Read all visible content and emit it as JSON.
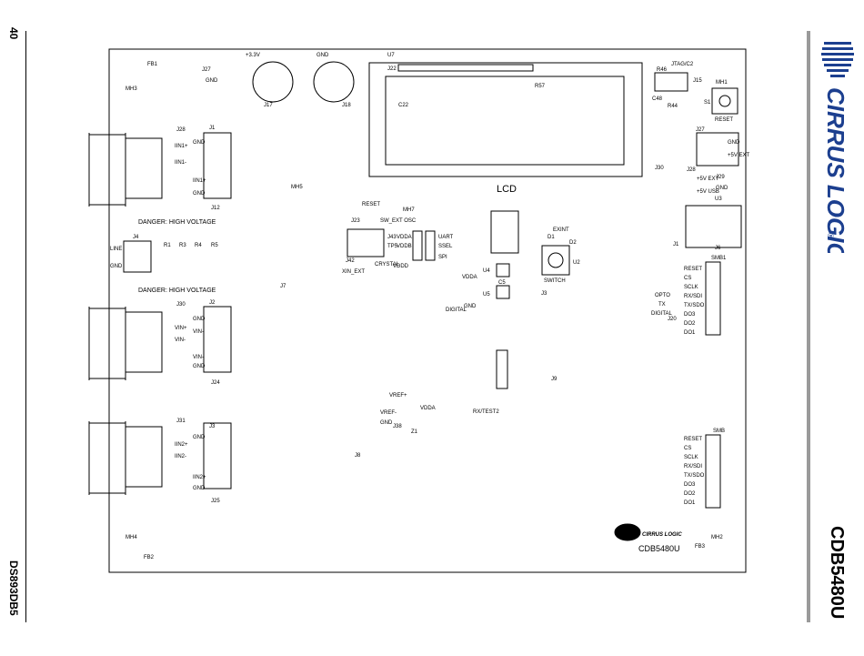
{
  "page": {
    "number": "40",
    "doc_id": "DS893DB5",
    "board_name": "CDB5480U",
    "brand": "CIRRUS LOGIC",
    "brand_mark": "®"
  },
  "colors": {
    "brand_blue": "#1c3f8f",
    "rule_gray": "#9a9a9a",
    "ink": "#000000"
  },
  "board": {
    "silk_lcd": "LCD",
    "silk_model": "CDB5480U",
    "silk_logo": "CIRRUS LOGIC",
    "warnings": [
      "DANGER: HIGH VOLTAGE",
      "DANGER: HIGH VOLTAGE"
    ],
    "caps": [
      "+3.3V",
      "GND",
      "J17",
      "J18"
    ],
    "lcd_labels": [
      "U7",
      "J22",
      "R57",
      "C22"
    ],
    "jtag": {
      "name": "JTAG/C2",
      "ids": [
        "J15",
        "R46",
        "R44",
        "C48"
      ]
    },
    "reset_sw": {
      "id": "S1",
      "label": "RESET",
      "tag": "MH1"
    },
    "power_top": [
      "J27",
      "GND",
      "+5V EXT",
      "J28",
      "+5V EXT",
      "J29",
      "+5V USB",
      "J30",
      "GND",
      "U3",
      "J1",
      "J6"
    ],
    "conn_top": {
      "id": "J28",
      "pins": [
        "J1",
        "IIN1+",
        "IIN1-",
        "IIN1+",
        "GND",
        "GND",
        "J12"
      ]
    },
    "conn_line": {
      "id": "J4",
      "pins": [
        "LINE",
        "GND",
        "R1",
        "R3",
        "R4",
        "R5"
      ]
    },
    "conn_mid": {
      "id": "J30",
      "pins": [
        "J2",
        "VIN+",
        "VIN-",
        "VIN-",
        "VIN-",
        "GND",
        "GND",
        "J24"
      ]
    },
    "conn_bot": {
      "id": "J31",
      "pins": [
        "J3",
        "IIN2+",
        "IIN2-",
        "IIN2+",
        "GND",
        "GND",
        "J25"
      ]
    },
    "mid_labels": [
      "RESET",
      "J23",
      "SW_EXT OSC",
      "J42",
      "J43",
      "CRYSTAL",
      "XIN_EXT",
      "UART",
      "SSEL",
      "SPI",
      "VDDA",
      "VDDB",
      "TP5",
      "MH7",
      "VDDD"
    ],
    "switch": {
      "label": "SWITCH",
      "tag": "U2",
      "leds": [
        "D1",
        "D2",
        "EXINT"
      ]
    },
    "digital_row": [
      "OPTO",
      "TX",
      "DIGITAL",
      "J20",
      "GND",
      "VDDA",
      "DIGITAL"
    ],
    "smb_top": {
      "id": "SMB1",
      "pins": [
        "RESET",
        "CS",
        "SCLK",
        "RX/SDI",
        "TX/SDO",
        "DO3",
        "DO2",
        "DO1"
      ]
    },
    "smb_bot": {
      "id": "SMB",
      "pins": [
        "RESET",
        "CS",
        "SCLK",
        "RX/SDI",
        "TX/SDO",
        "DO3",
        "DO2",
        "DO1"
      ]
    },
    "vref": [
      "VREF+",
      "VREF-",
      "GND",
      "J38",
      "VDDA",
      "Z1"
    ],
    "misc": [
      "MH3",
      "MH4",
      "MH5",
      "MH2",
      "FB1",
      "FB2",
      "FB3",
      "J7",
      "J3",
      "J8",
      "J9",
      "RX/TEST2",
      "J27",
      "GND",
      "U4",
      "U5",
      "C5"
    ],
    "mounting_holes": [
      "MH1",
      "MH2",
      "MH3",
      "MH4",
      "MH5"
    ]
  }
}
